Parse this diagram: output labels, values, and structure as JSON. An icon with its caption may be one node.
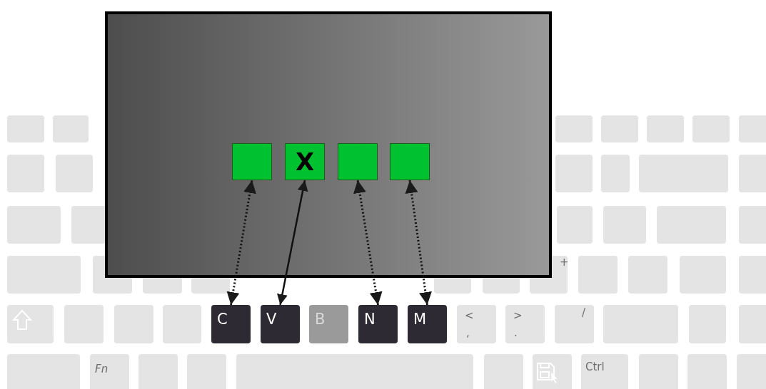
{
  "diagram": {
    "nodes": [
      {
        "text": [],
        "shape": "box"
      },
      {
        "text": [],
        "shape": "box",
        "in": 0
      },
      {
        "text": [
          "X"
        ],
        "in": 0
      },
      {
        "text": [],
        "shape": "box",
        "in": 0
      },
      {
        "text": [],
        "shape": "box",
        "in": 0
      },
      {
        "text": [
          "C"
        ]
      },
      {
        "text": [
          "V"
        ]
      },
      {
        "text": [
          "B"
        ]
      },
      {
        "text": [
          "N"
        ]
      },
      {
        "text": [
          "M"
        ]
      }
    ],
    "edges": [
      {
        "from": 5,
        "to": 1,
        "arrow": "both",
        "style": "dashed"
      },
      {
        "from": 6,
        "to": 2,
        "arrow": "both"
      },
      {
        "from": 8,
        "to": 3,
        "arrow": "both",
        "style": "dashed"
      },
      {
        "from": 9,
        "to": 4,
        "arrow": "both",
        "style": "dashed"
      }
    ],
    "labels": [
      "+",
      "<",
      ",",
      ">",
      ".",
      "/",
      "Fn",
      "Ctrl"
    ]
  }
}
